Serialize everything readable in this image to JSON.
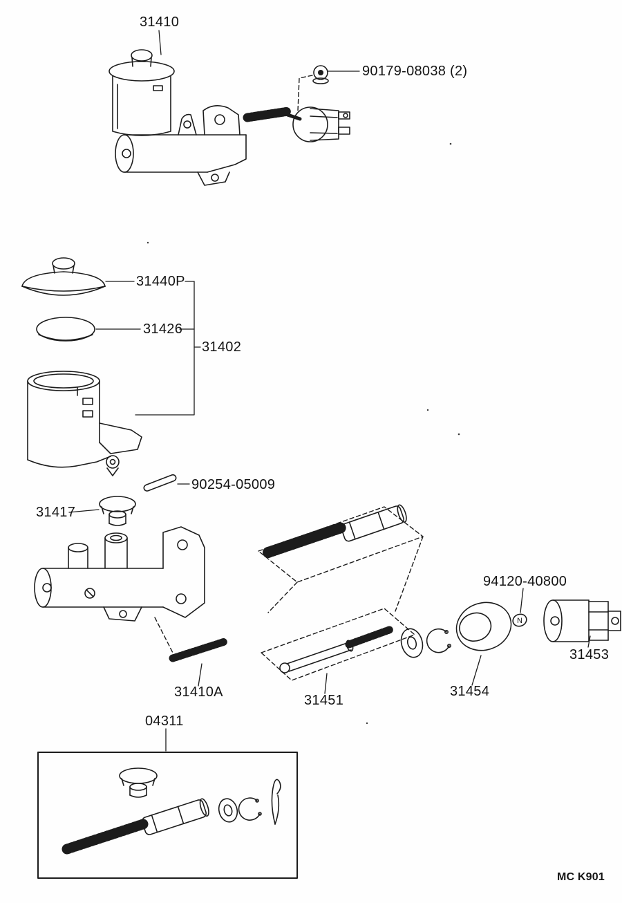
{
  "document": {
    "kind": "exploded-parts-diagram"
  },
  "footer": {
    "code": "MC K901"
  },
  "labels": {
    "l31410": "31410",
    "l90179": "90179-08038 (2)",
    "l31440P": "31440P",
    "l31426": "31426",
    "l31402": "31402",
    "l90254": "90254-05009",
    "l31417": "31417",
    "l94120": "94120-40800",
    "l31453": "31453",
    "l31454": "31454",
    "l31451": "31451",
    "l31410A": "31410A",
    "l04311": "04311",
    "n_marker": "N"
  }
}
